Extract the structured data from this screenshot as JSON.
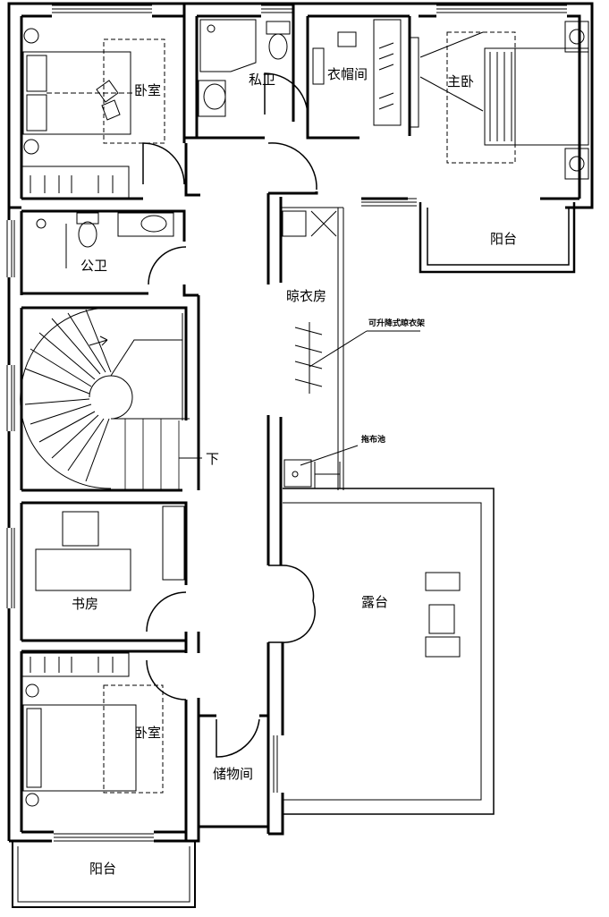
{
  "rooms": {
    "bedroom_nw": "卧室",
    "private_bath": "私卫",
    "cloakroom": "衣帽间",
    "master_bedroom": "主卧",
    "balcony_ne": "阳台",
    "public_bath": "公卫",
    "drying_room": "晾衣房",
    "lift_rack_note": "可升降式晾衣架",
    "mop_sink_note": "拖布池",
    "stair_down": "下",
    "study": "书房",
    "terrace": "露台",
    "bedroom_sw": "卧室",
    "storage": "储物间",
    "balcony_s": "阳台"
  }
}
